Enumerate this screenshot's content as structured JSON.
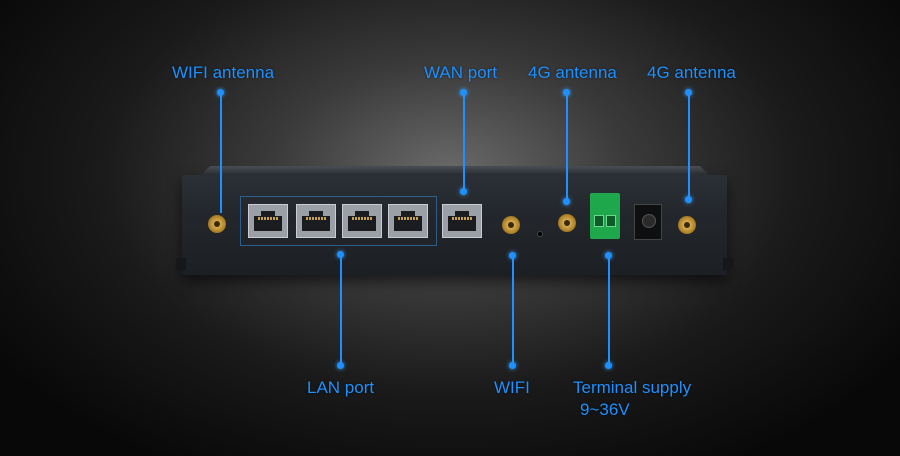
{
  "labels": {
    "wifi_antenna": "WIFI antenna",
    "wan_port": "WAN port",
    "antenna_4g_1": "4G antenna",
    "antenna_4g_2": "4G antenna",
    "lan_port": "LAN port",
    "wifi": "WIFI",
    "terminal_supply": "Terminal supply",
    "terminal_voltage": "9~36V"
  },
  "colors": {
    "accent": "#1e90ff",
    "terminal_block": "#1fa84b"
  }
}
